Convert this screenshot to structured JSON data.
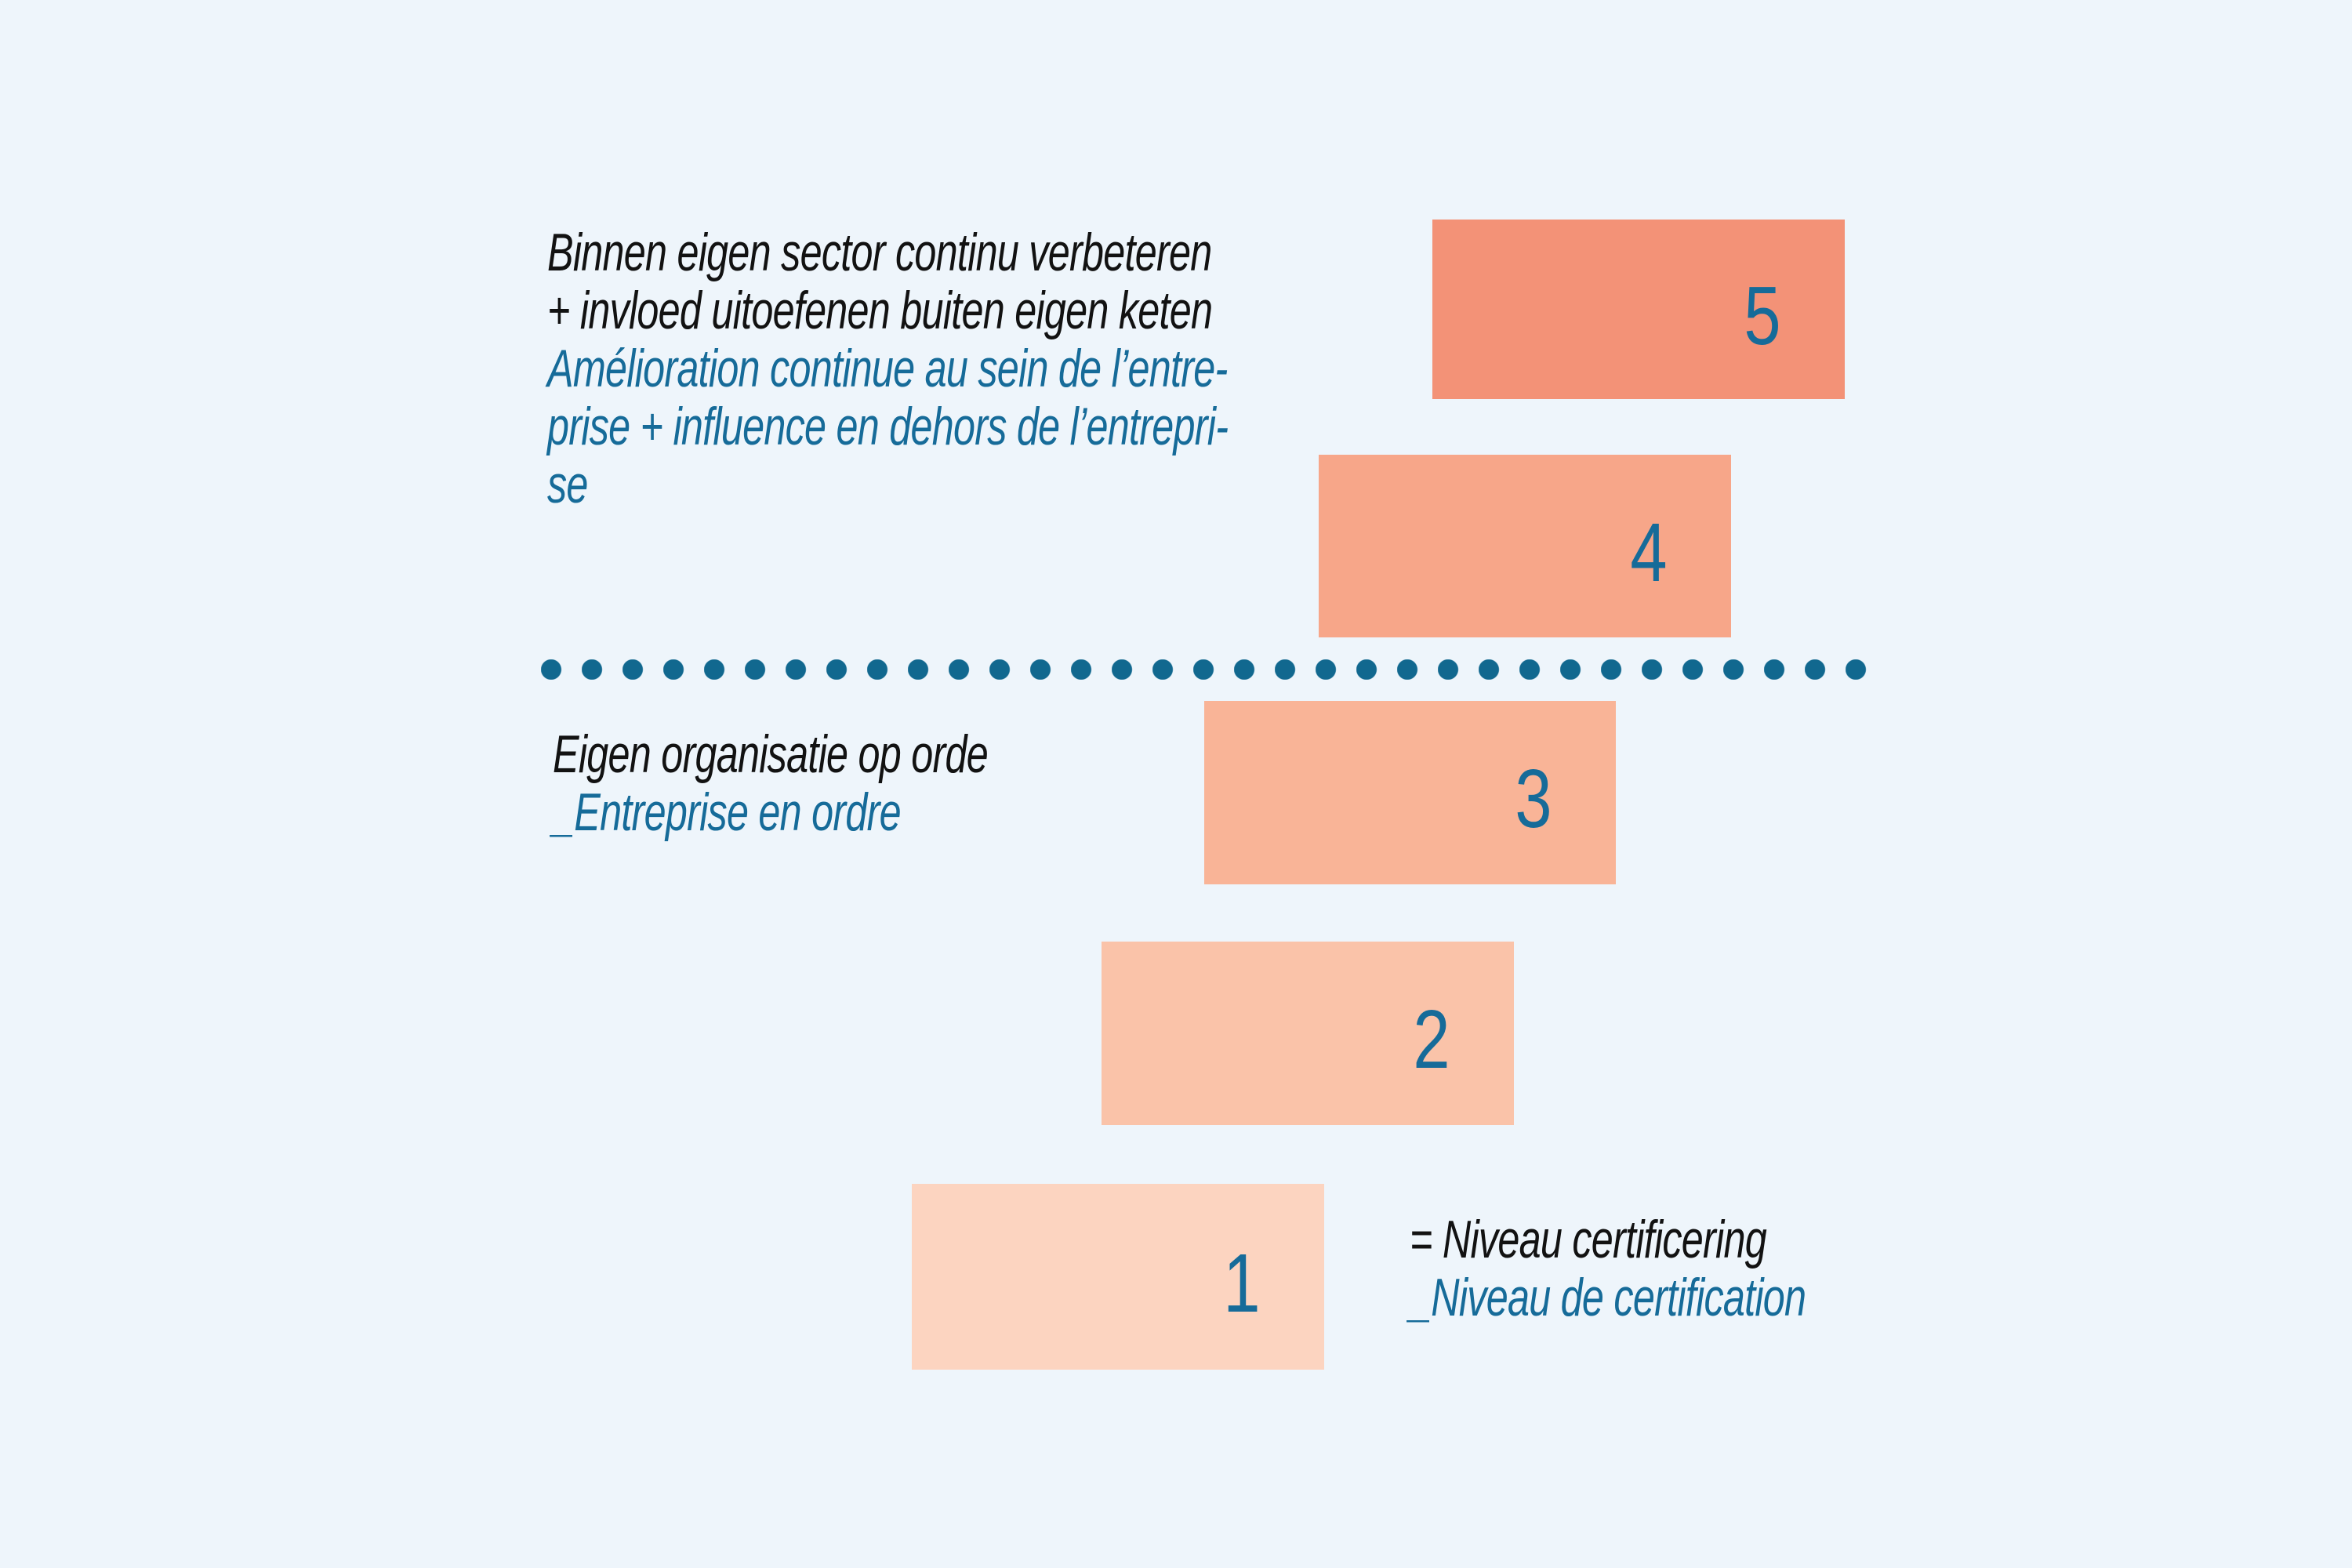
{
  "colors": {
    "background": "#eef5fb",
    "teal": "#166b99",
    "black": "#121212",
    "dots": "#11688f"
  },
  "top_label": {
    "nl_line_1": "Binnen eigen sector continu verbeteren",
    "nl_line_2": "+ invloed uitoefenen buiten eigen keten",
    "fr_line_1": "Amélioration continue au sein de l’entre-",
    "fr_line_2": "prise + influence en dehors de l’entrepri-",
    "fr_line_3": "se"
  },
  "mid_label": {
    "nl_line": "Eigen organisatie op orde",
    "fr_line": "_Entreprise en ordre"
  },
  "legend": {
    "nl_line": "= Niveau certificering",
    "fr_line": "_Niveau de certification"
  },
  "levels": [
    {
      "number": "5",
      "color": "#f39277"
    },
    {
      "number": "4",
      "color": "#f7a689"
    },
    {
      "number": "3",
      "color": "#f9b497"
    },
    {
      "number": "2",
      "color": "#fac3a9"
    },
    {
      "number": "1",
      "color": "#fcd4c0"
    }
  ]
}
